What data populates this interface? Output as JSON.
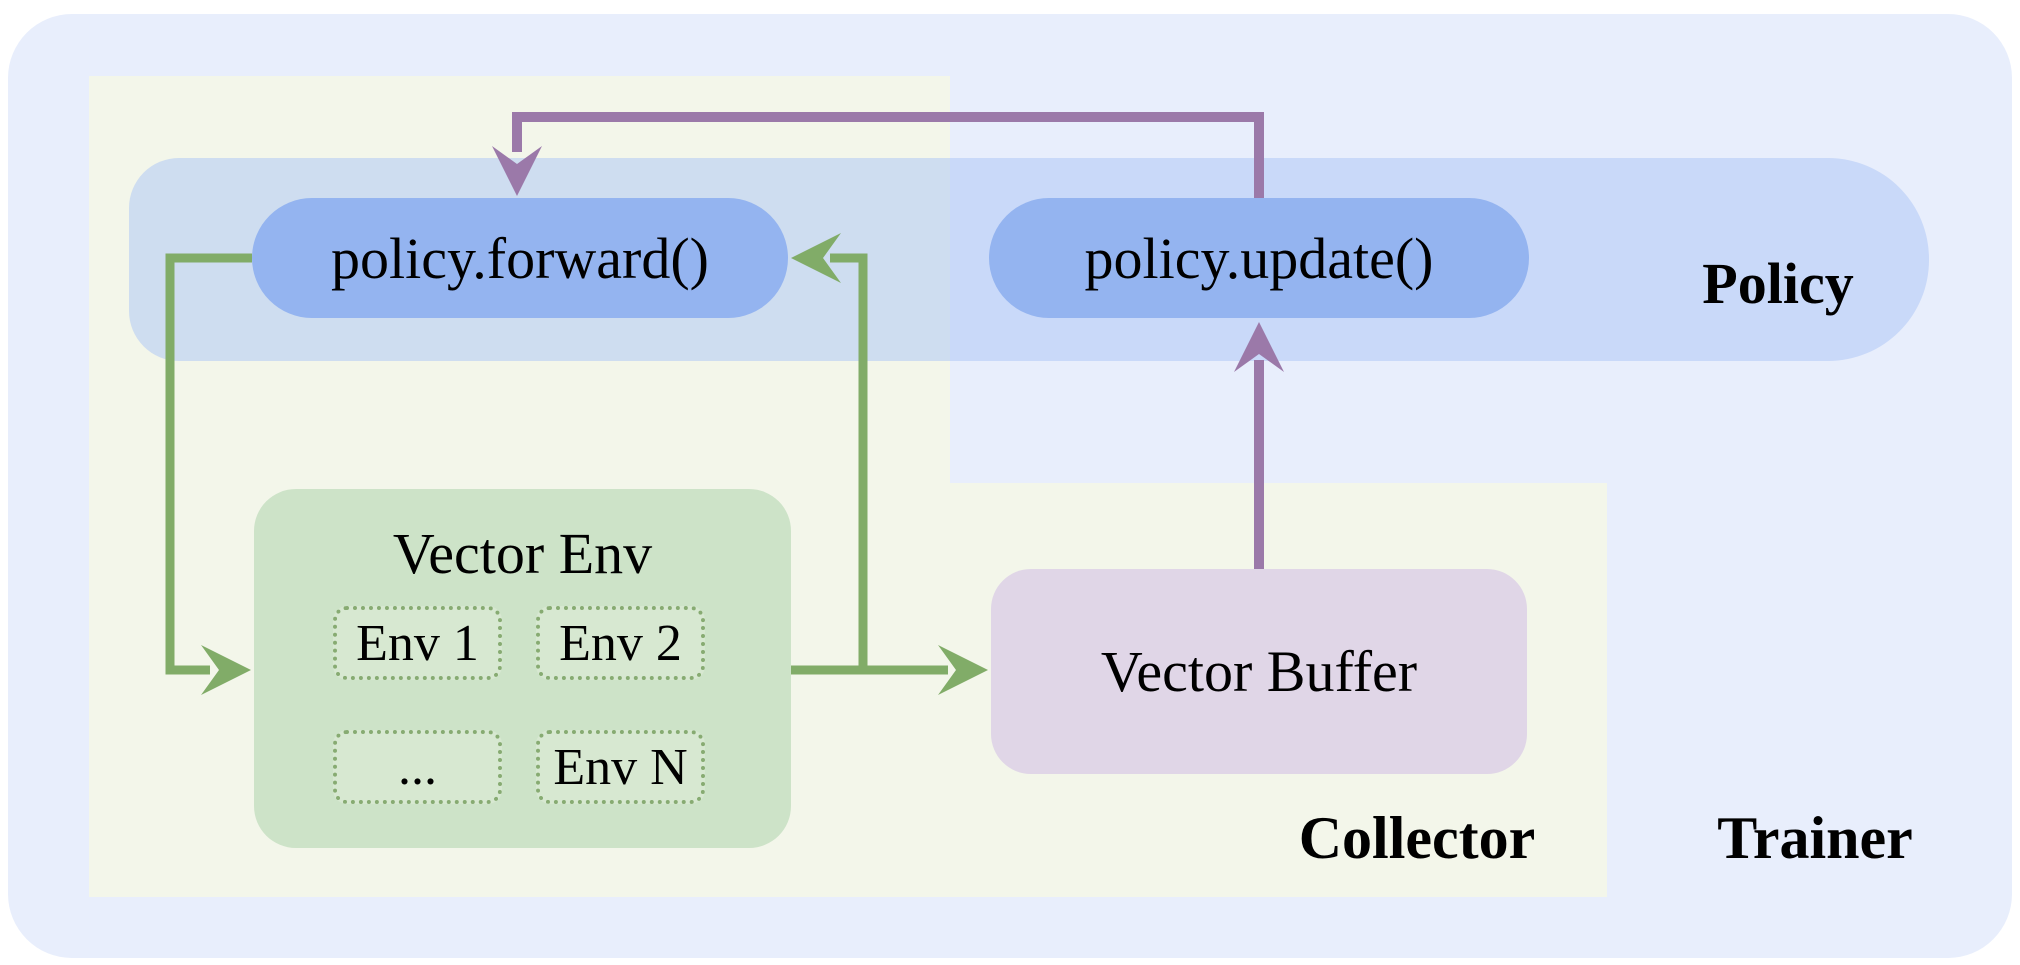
{
  "diagram": {
    "trainer_label": "Trainer",
    "collector_label": "Collector",
    "policy_label": "Policy",
    "nodes": {
      "policy_forward": "policy.forward()",
      "policy_update": "policy.update()",
      "vector_buffer": "Vector Buffer",
      "vector_env": {
        "title": "Vector Env",
        "envs": [
          "Env 1",
          "Env 2",
          "...",
          "Env N"
        ]
      }
    }
  },
  "colors": {
    "trainer_bg": "#e8eefc",
    "collector_bg": "#f3f6ea",
    "policy_band": "rgba(170,195,246,0.5)",
    "node_blue": "#94b4f0",
    "env_bg": "#cde3c8",
    "env_item_bg": "#d7e8d1",
    "env_item_border": "#87ab72",
    "buffer_bg": "#e0d6e7",
    "arrow_green": "#81ac68",
    "arrow_purple": "#9b79a9",
    "text": "#000000",
    "page_bg": "#ffffff"
  }
}
